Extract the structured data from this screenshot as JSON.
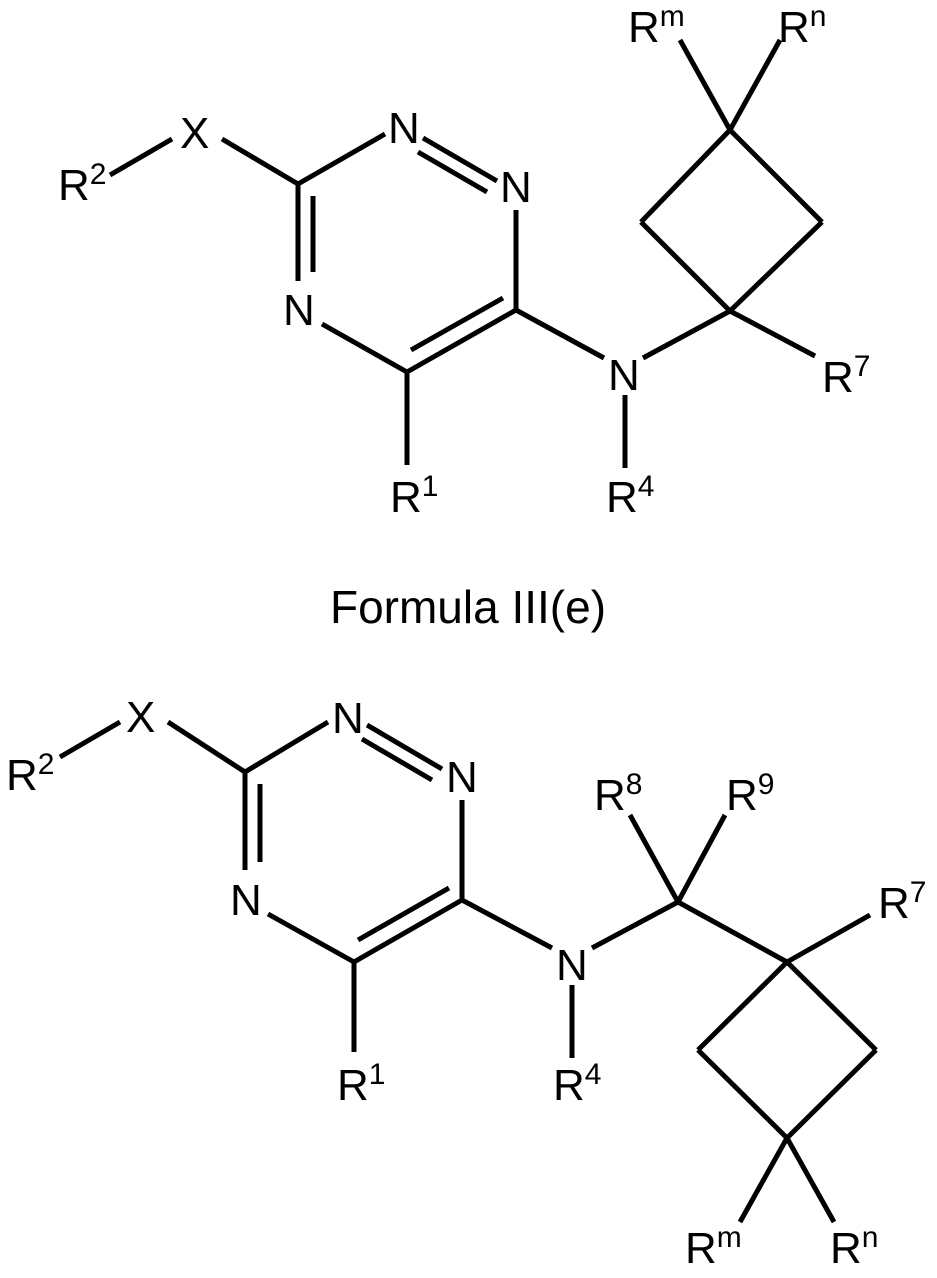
{
  "structure_top": {
    "atoms": {
      "r_m": {
        "base": "R",
        "sup": "m"
      },
      "r_n": {
        "base": "R",
        "sup": "n"
      },
      "x": {
        "base": "X",
        "sup": ""
      },
      "r2": {
        "base": "R",
        "sup": "2"
      },
      "n_ring_top": {
        "base": "N",
        "sup": ""
      },
      "n_ring_right": {
        "base": "N",
        "sup": ""
      },
      "n_ring_left": {
        "base": "N",
        "sup": ""
      },
      "n_amine": {
        "base": "N",
        "sup": ""
      },
      "r7": {
        "base": "R",
        "sup": "7"
      },
      "r1": {
        "base": "R",
        "sup": "1"
      },
      "r4": {
        "base": "R",
        "sup": "4"
      }
    }
  },
  "caption": "Formula III(e)",
  "structure_bottom": {
    "atoms": {
      "x": {
        "base": "X",
        "sup": ""
      },
      "r2": {
        "base": "R",
        "sup": "2"
      },
      "n_ring_top": {
        "base": "N",
        "sup": ""
      },
      "n_ring_right": {
        "base": "N",
        "sup": ""
      },
      "n_ring_left": {
        "base": "N",
        "sup": ""
      },
      "n_amine": {
        "base": "N",
        "sup": ""
      },
      "r8": {
        "base": "R",
        "sup": "8"
      },
      "r9": {
        "base": "R",
        "sup": "9"
      },
      "r7": {
        "base": "R",
        "sup": "7"
      },
      "r1": {
        "base": "R",
        "sup": "1"
      },
      "r4": {
        "base": "R",
        "sup": "4"
      },
      "r_m": {
        "base": "R",
        "sup": "m"
      },
      "r_n": {
        "base": "R",
        "sup": "n"
      }
    }
  }
}
